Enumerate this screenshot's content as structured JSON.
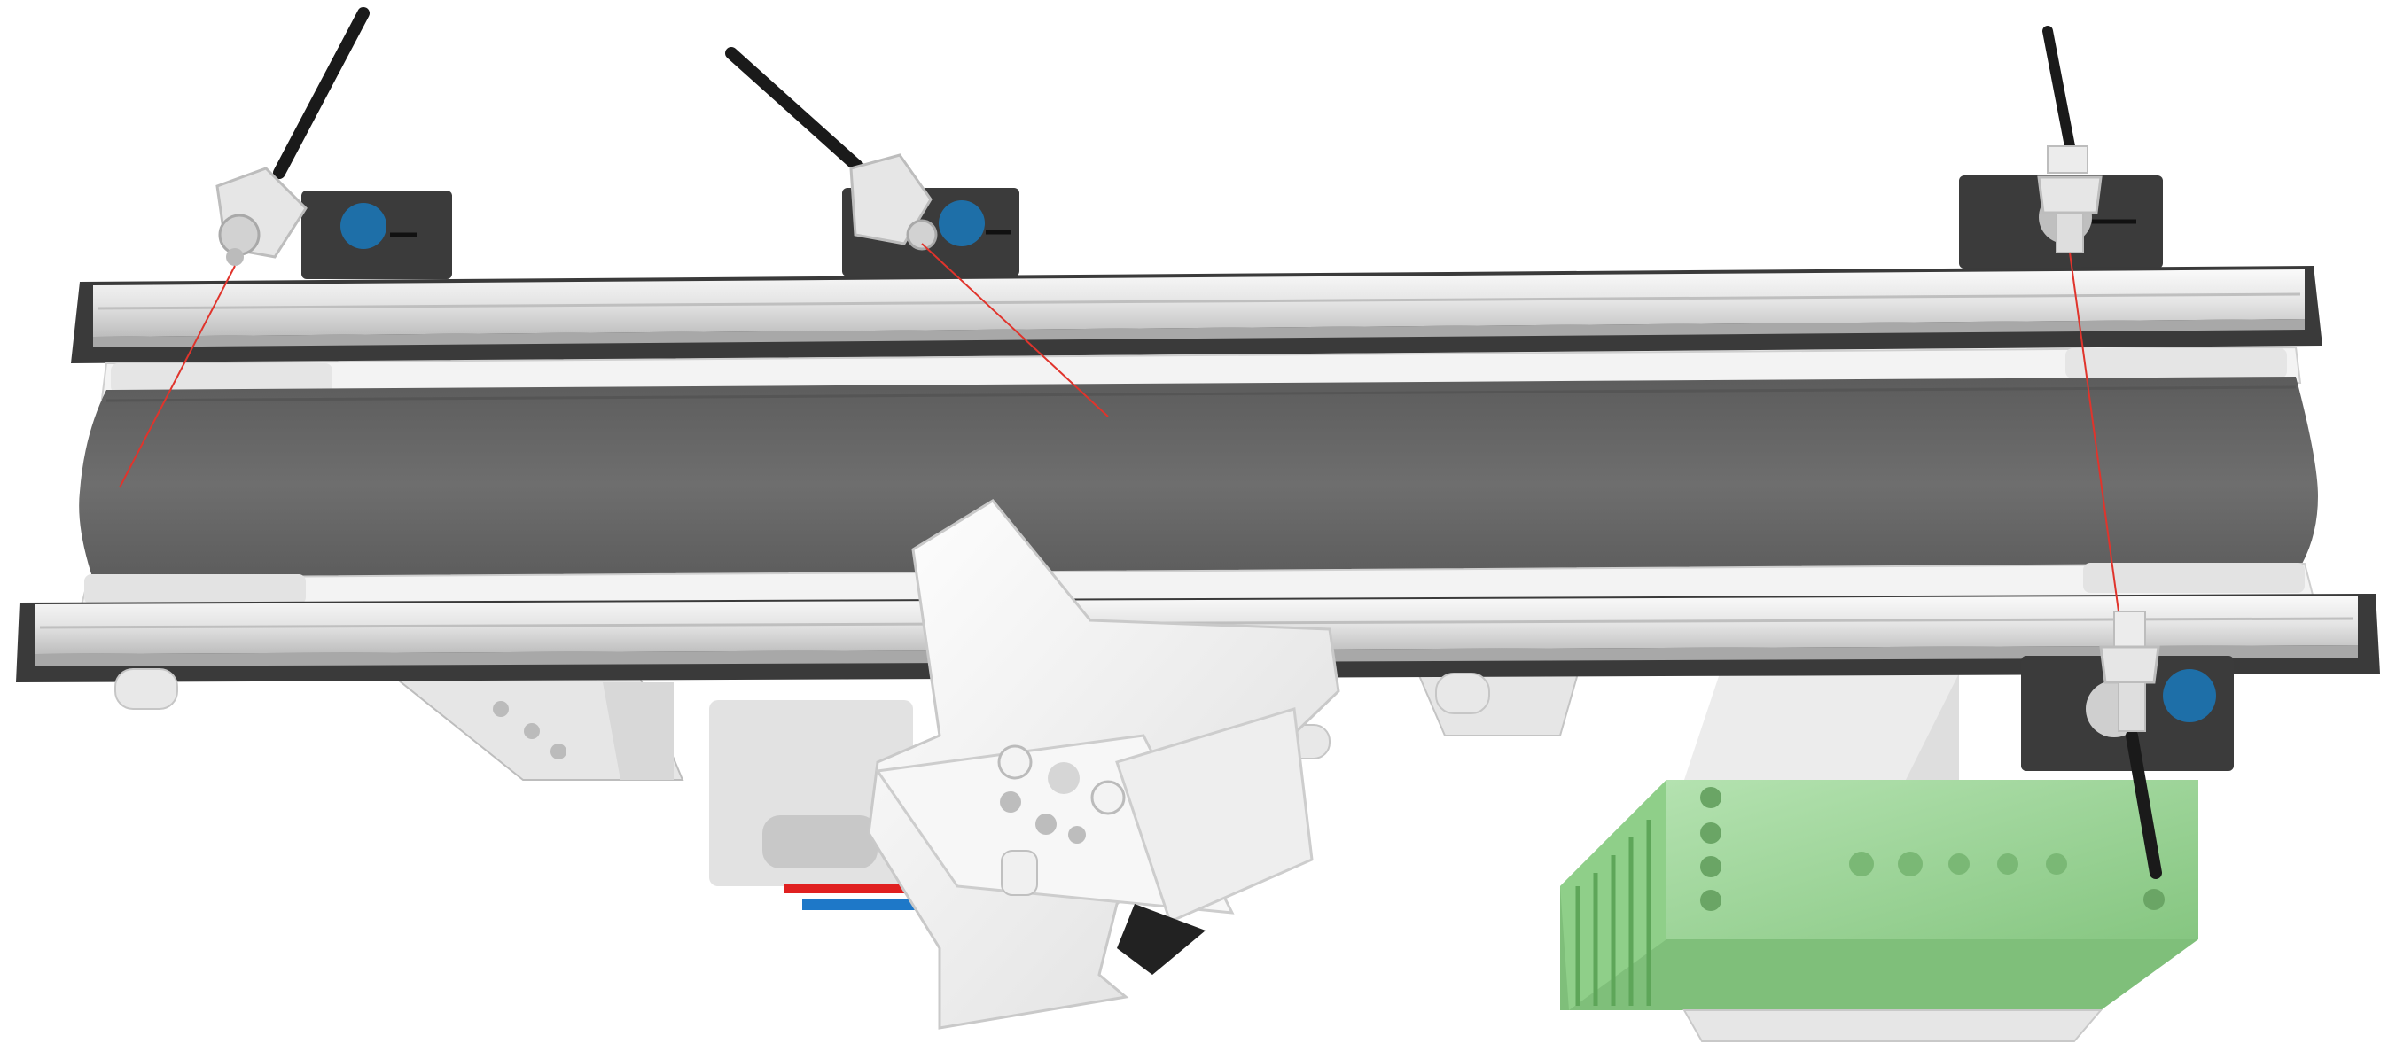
{
  "scene": {
    "description_visible_text": "",
    "colors": {
      "background": "#ffffff",
      "belt": "#6b6b6b",
      "belt_dark": "#4a4a4a",
      "rail_light": "#e9e9e9",
      "rail_mid": "#cfcfcf",
      "rail_dark": "#3a3a3a",
      "bracket_white": "#f2f2f2",
      "sensor_block": "#3b3b3b",
      "sensor_knob": "#1e6fa8",
      "cable": "#1a1a1a",
      "laser": "#e0342c",
      "terminal_green": "#9ed79a",
      "terminal_green_dark": "#6fb36a",
      "accent_red": "#e02020",
      "accent_blue": "#1e78c8"
    },
    "icons": [
      "conveyor-belt",
      "photoelectric-sensor",
      "laser-beam",
      "pusher-arm",
      "terminal-block"
    ]
  }
}
